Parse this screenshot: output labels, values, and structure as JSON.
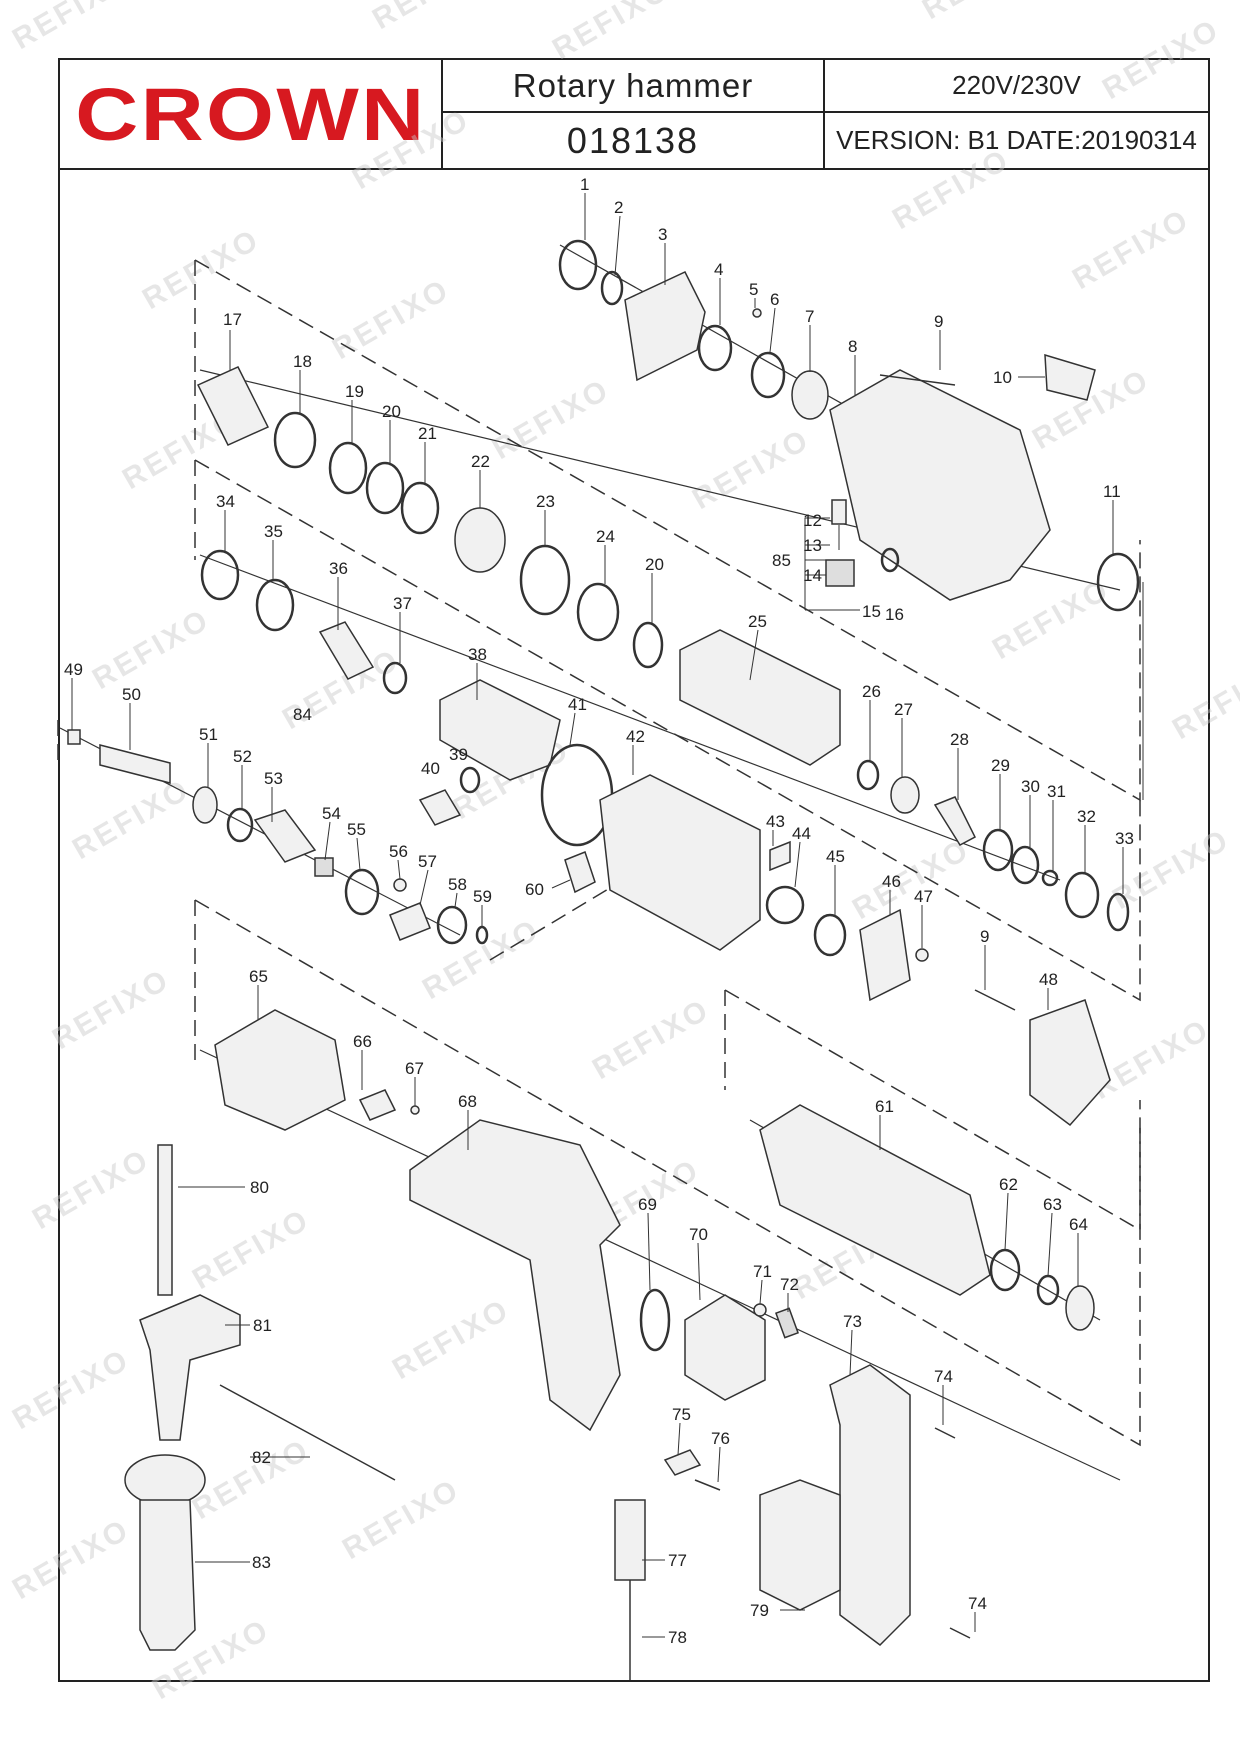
{
  "header": {
    "brand": "CROWN",
    "product": "Rotary hammer",
    "model": "018138",
    "voltage": "220V/230V",
    "version": "VERSION: B1 DATE:20190314"
  },
  "watermark": "REFIXO",
  "colors": {
    "brand_red": "#d71920",
    "line": "#222222",
    "watermark": "#c9c9c9"
  },
  "callouts": [
    "1",
    "2",
    "3",
    "4",
    "5",
    "6",
    "7",
    "8",
    "9",
    "10",
    "11",
    "12",
    "13",
    "14",
    "15",
    "16",
    "17",
    "18",
    "19",
    "20",
    "21",
    "22",
    "23",
    "24",
    "20",
    "25",
    "26",
    "27",
    "28",
    "29",
    "30",
    "31",
    "32",
    "33",
    "34",
    "35",
    "36",
    "37",
    "38",
    "39",
    "40",
    "41",
    "42",
    "43",
    "44",
    "45",
    "46",
    "47",
    "9",
    "48",
    "49",
    "50",
    "51",
    "52",
    "53",
    "54",
    "55",
    "56",
    "57",
    "58",
    "59",
    "60",
    "61",
    "62",
    "63",
    "64",
    "65",
    "66",
    "67",
    "68",
    "69",
    "70",
    "71",
    "72",
    "73",
    "74",
    "75",
    "76",
    "77",
    "78",
    "79",
    "74",
    "80",
    "81",
    "82",
    "83",
    "84",
    "85"
  ]
}
